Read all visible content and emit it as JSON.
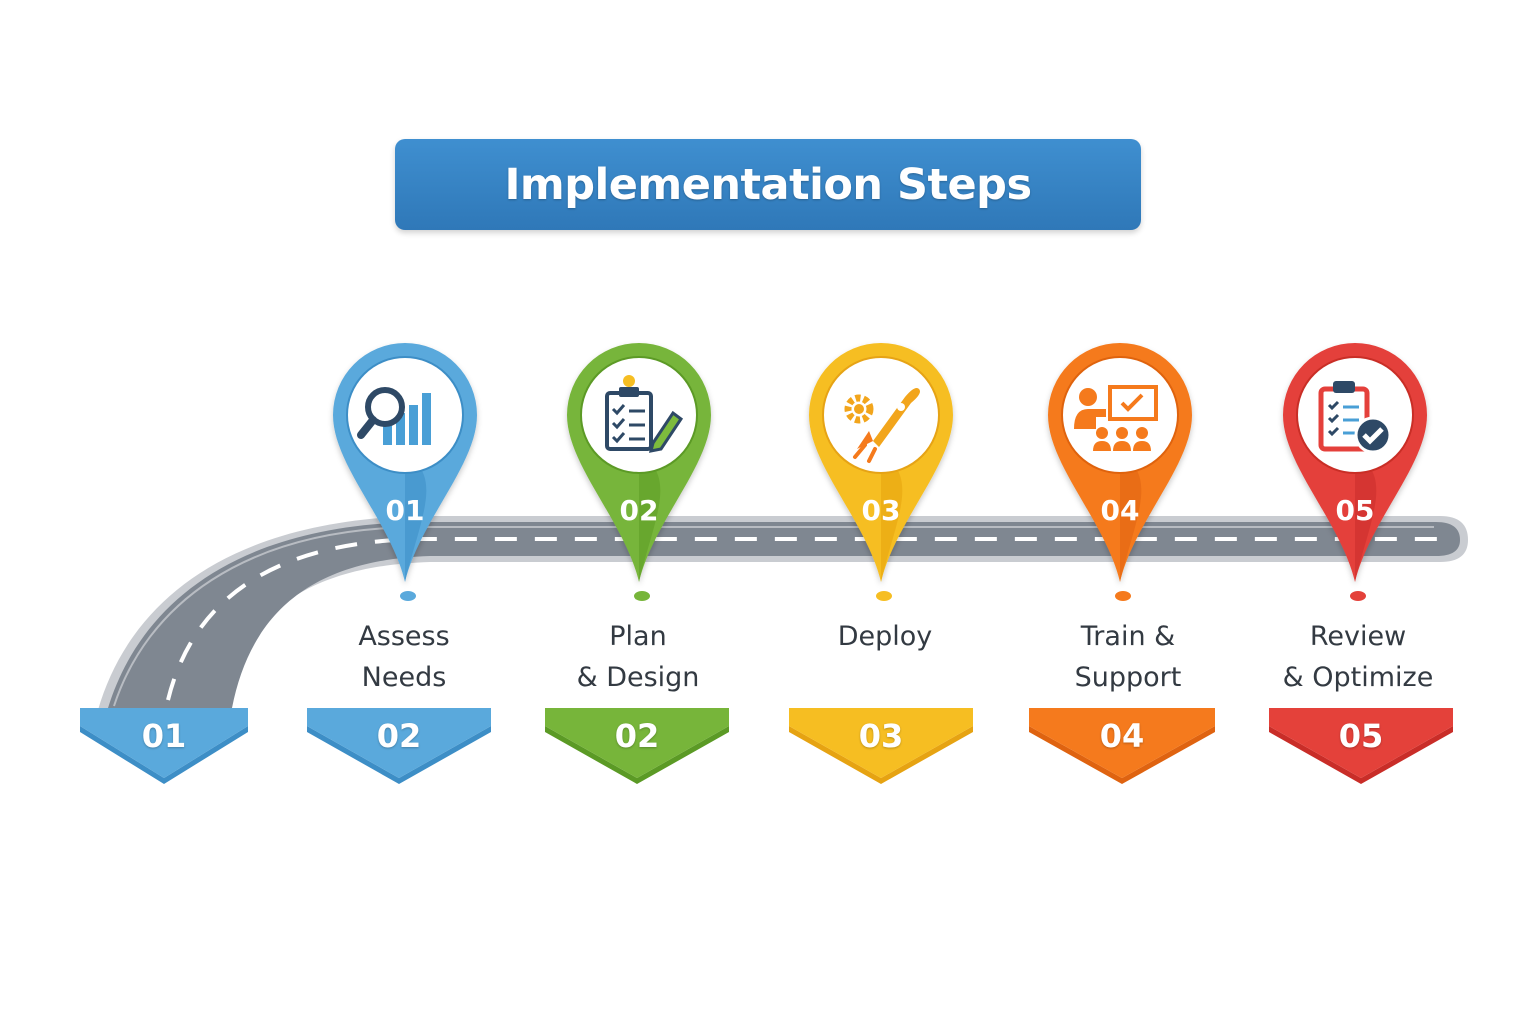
{
  "title": "Implementation Steps",
  "pins": [
    {
      "number": "01",
      "icon": "analytics-magnifier-icon",
      "color": "#5aa9dc",
      "dark": "#3d8ec6"
    },
    {
      "number": "02",
      "icon": "checklist-plan-icon",
      "color": "#77b53a",
      "dark": "#5b9a25"
    },
    {
      "number": "03",
      "icon": "rocket-gear-icon",
      "color": "#f6be22",
      "dark": "#e6a312"
    },
    {
      "number": "04",
      "icon": "training-presentation-icon",
      "color": "#f57a1d",
      "dark": "#df6310"
    },
    {
      "number": "05",
      "icon": "review-clipboard-check-icon",
      "color": "#e4413a",
      "dark": "#c92d28"
    }
  ],
  "labels": [
    {
      "line1": "Assess",
      "line2": "Needs"
    },
    {
      "line1": "Plan",
      "line2": "& Design"
    },
    {
      "line1": "Deploy",
      "line2": ""
    },
    {
      "line1": "Train &",
      "line2": "Support"
    },
    {
      "line1": "Review",
      "line2": "& Optimize"
    }
  ],
  "flags": [
    {
      "number": "01",
      "color": "#5aa9dc",
      "dark": "#3d8ec6"
    },
    {
      "number": "02",
      "color": "#5aa9dc",
      "dark": "#3d8ec6"
    },
    {
      "number": "02",
      "color": "#77b53a",
      "dark": "#5b9a25"
    },
    {
      "number": "03",
      "color": "#f6be22",
      "dark": "#e6a312"
    },
    {
      "number": "04",
      "color": "#f57a1d",
      "dark": "#df6310"
    },
    {
      "number": "05",
      "color": "#e4413a",
      "dark": "#c92d28"
    }
  ]
}
